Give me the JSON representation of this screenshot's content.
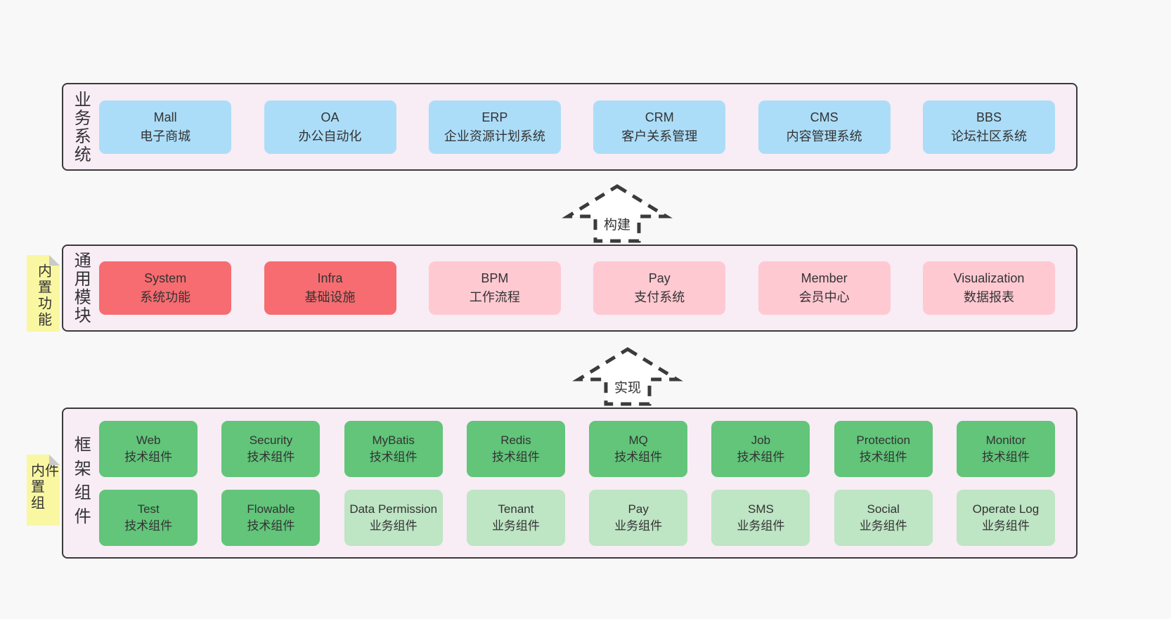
{
  "colors": {
    "background": "#f8f8f8",
    "panel_fill": "#f8ecf5",
    "panel_border": "#3a3a3a",
    "blue": "#acddf8",
    "red": "#f66c70",
    "pink": "#ffc9d2",
    "green": "#62c57a",
    "green_light": "#bee5c4",
    "sticky_yellow": "#faf7a2",
    "sticky_fold": "#c9c9c9",
    "text": "#333333"
  },
  "layers": {
    "business": {
      "label": "业务系统",
      "boxes": [
        {
          "en": "Mall",
          "zh": "电子商城",
          "variant": "blue"
        },
        {
          "en": "OA",
          "zh": "办公自动化",
          "variant": "blue"
        },
        {
          "en": "ERP",
          "zh": "企业资源计划系统",
          "variant": "blue"
        },
        {
          "en": "CRM",
          "zh": "客户关系管理",
          "variant": "blue"
        },
        {
          "en": "CMS",
          "zh": "内容管理系统",
          "variant": "blue"
        },
        {
          "en": "BBS",
          "zh": "论坛社区系统",
          "variant": "blue"
        }
      ]
    },
    "modules": {
      "label": "通用模块",
      "sticky": "内置功能",
      "boxes": [
        {
          "en": "System",
          "zh": "系统功能",
          "variant": "red"
        },
        {
          "en": "Infra",
          "zh": "基础设施",
          "variant": "red"
        },
        {
          "en": "BPM",
          "zh": "工作流程",
          "variant": "pink"
        },
        {
          "en": "Pay",
          "zh": "支付系统",
          "variant": "pink"
        },
        {
          "en": "Member",
          "zh": "会员中心",
          "variant": "pink"
        },
        {
          "en": "Visualization",
          "zh": "数据报表",
          "variant": "pink"
        }
      ]
    },
    "components": {
      "label": "框架组件",
      "sticky": "内置组件",
      "row1": [
        {
          "en": "Web",
          "zh": "技术组件",
          "variant": "green"
        },
        {
          "en": "Security",
          "zh": "技术组件",
          "variant": "green"
        },
        {
          "en": "MyBatis",
          "zh": "技术组件",
          "variant": "green"
        },
        {
          "en": "Redis",
          "zh": "技术组件",
          "variant": "green"
        },
        {
          "en": "MQ",
          "zh": "技术组件",
          "variant": "green"
        },
        {
          "en": "Job",
          "zh": "技术组件",
          "variant": "green"
        },
        {
          "en": "Protection",
          "zh": "技术组件",
          "variant": "green"
        },
        {
          "en": "Monitor",
          "zh": "技术组件",
          "variant": "green"
        }
      ],
      "row2": [
        {
          "en": "Test",
          "zh": "技术组件",
          "variant": "green"
        },
        {
          "en": "Flowable",
          "zh": "技术组件",
          "variant": "green"
        },
        {
          "en": "Data Permission",
          "zh": "业务组件",
          "variant": "green-light"
        },
        {
          "en": "Tenant",
          "zh": "业务组件",
          "variant": "green-light"
        },
        {
          "en": "Pay",
          "zh": "业务组件",
          "variant": "green-light"
        },
        {
          "en": "SMS",
          "zh": "业务组件",
          "variant": "green-light"
        },
        {
          "en": "Social",
          "zh": "业务组件",
          "variant": "green-light"
        },
        {
          "en": "Operate Log",
          "zh": "业务组件",
          "variant": "green-light"
        }
      ]
    }
  },
  "arrows": [
    {
      "label": "构建"
    },
    {
      "label": "实现"
    }
  ]
}
